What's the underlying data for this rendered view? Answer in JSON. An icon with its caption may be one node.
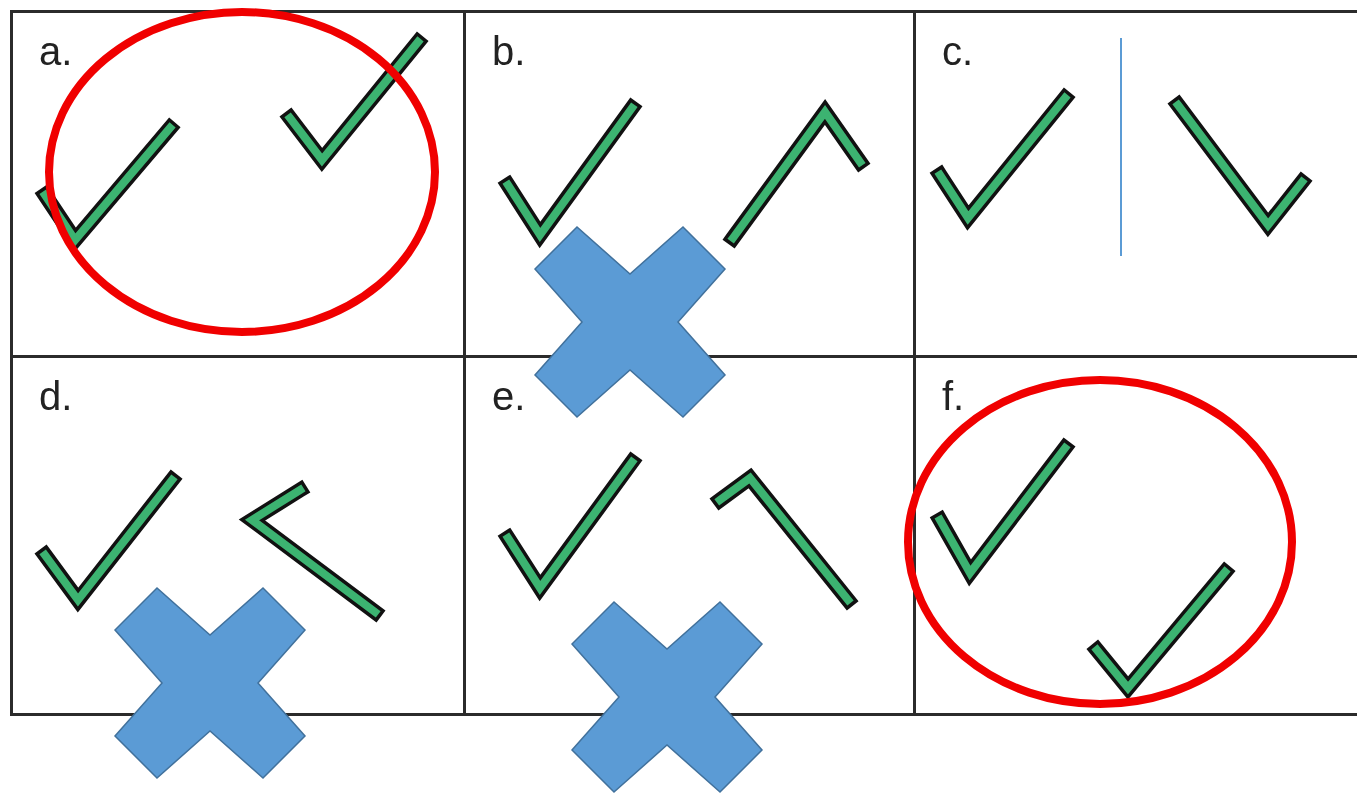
{
  "diagram": {
    "nodes": [
      {
        "text": [
          "a."
        ]
      },
      {
        "text": [
          "b."
        ]
      },
      {
        "text": [
          "c."
        ]
      },
      {
        "text": [
          "d."
        ]
      },
      {
        "text": [
          "e."
        ]
      },
      {
        "text": [
          "f."
        ]
      }
    ]
  }
}
